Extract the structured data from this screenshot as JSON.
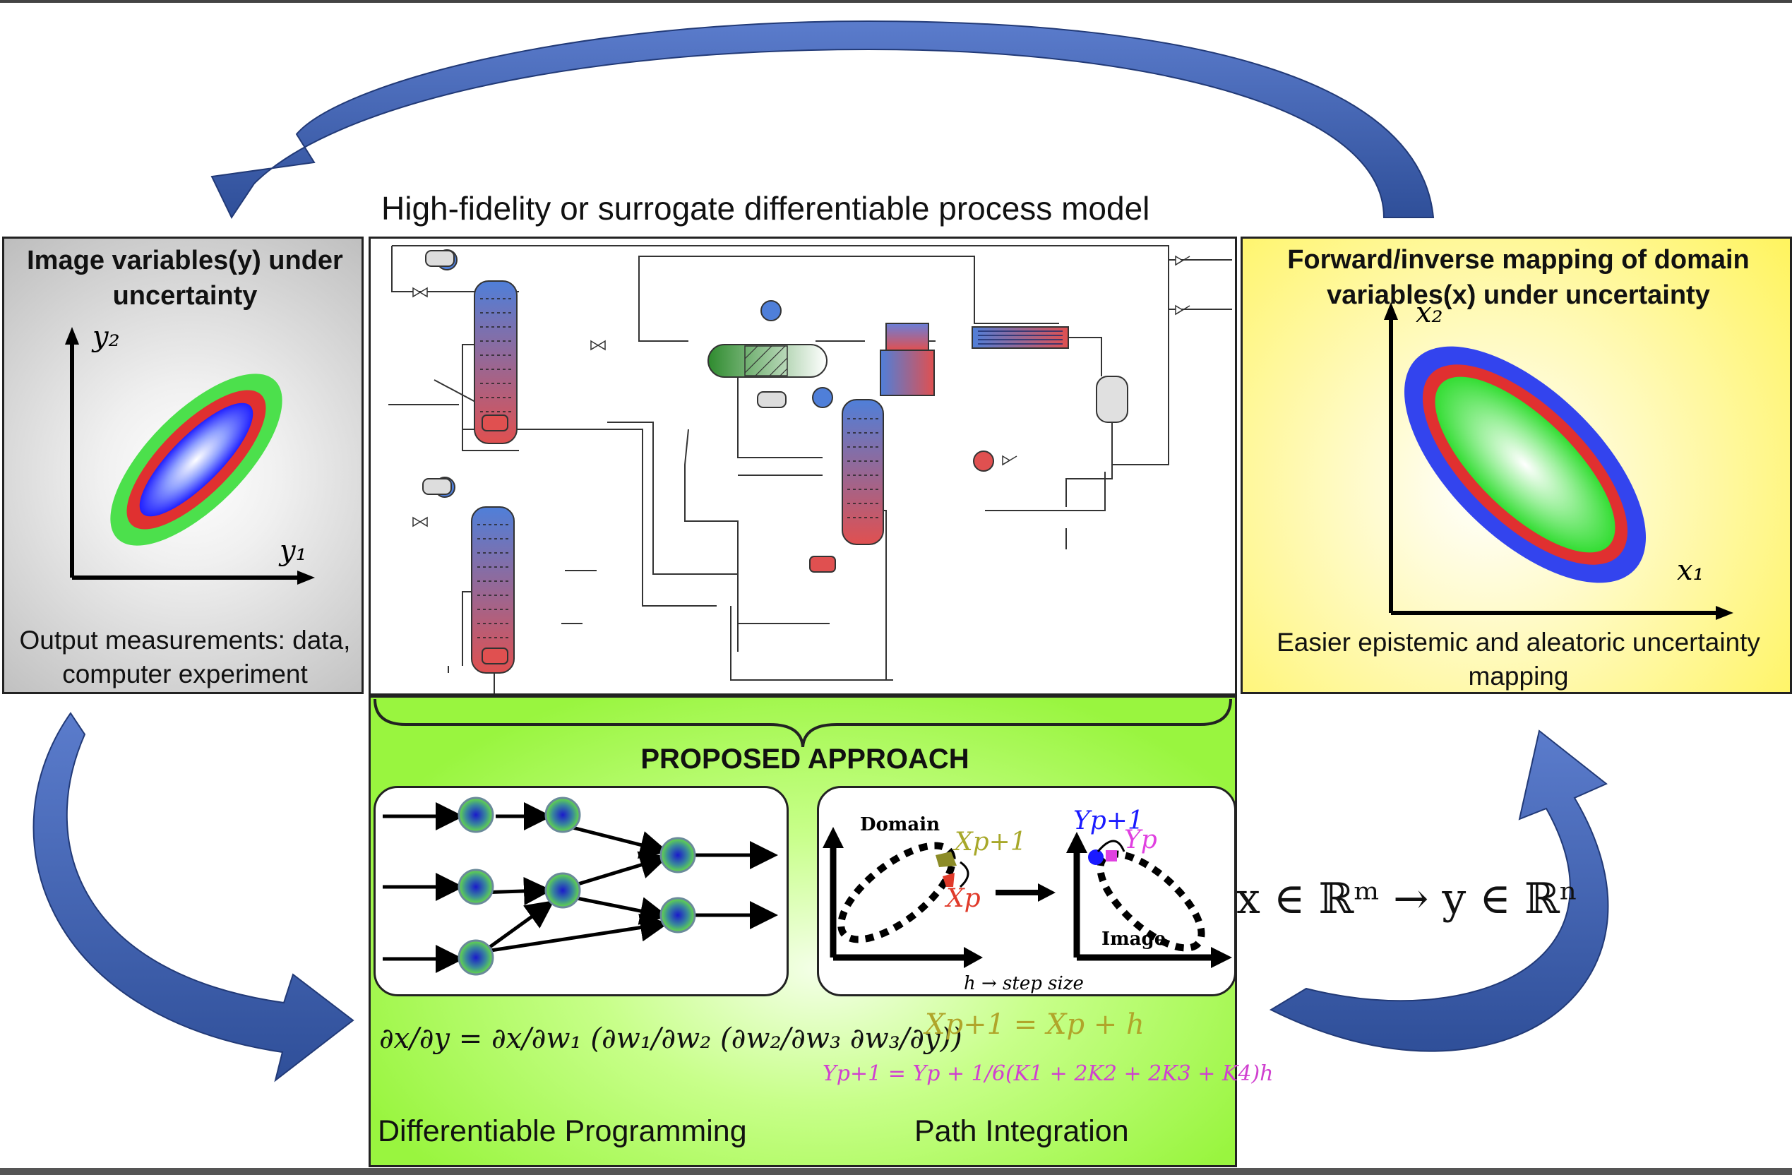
{
  "title": "High-fidelity or surrogate differentiable process model",
  "left_panel": {
    "title_line1": "Image variables(y) under",
    "title_line2": "uncertainty",
    "axis_y": "y₂",
    "axis_x": "y₁",
    "caption_line1": "Output measurements: data,",
    "caption_line2": "computer experiment"
  },
  "right_panel": {
    "title_line1": "Forward/inverse mapping of domain",
    "title_line2": "variables(x) under uncertainty",
    "axis_y": "x₂",
    "axis_x": "x₁",
    "caption_line1": "Easier epistemic and aleatoric uncertainty",
    "caption_line2": "mapping"
  },
  "center_panel": {
    "mapping_formula": "𝔽 : x ∈ ℝᵐ → y ∈ ℝⁿ"
  },
  "approach": {
    "title": "PROPOSED APPROACH",
    "path_diagram": {
      "domain_label": "Domain",
      "image_label": "Image",
      "x_p1": "Xp+1",
      "x_p": "Xp",
      "y_p1": "Yp+1",
      "y_p": "Yp",
      "step_label": "h → step size"
    },
    "chain_rule": "∂x/∂y = ∂x/∂w₁ (∂w₁/∂w₂ (∂w₂/∂w₃ ∂w₃/∂y))",
    "euler_update": "Xp+1 = Xp + h",
    "rk4_update": "Yp+1 = Yp + 1/6(K1 + 2K2 + 2K3 + K4)h",
    "label_left": "Differentiable Programming",
    "label_right": "Path Integration"
  },
  "colors": {
    "arrow_blue": "#3a5ba8",
    "green_panel": "#99f53f",
    "yellow_panel": "#fff45e",
    "grey_panel": "#bdbdbd",
    "column_top": "#4f7fd9",
    "column_bottom": "#e05050",
    "olive": "#a8a82a",
    "red": "#e03a2a",
    "blue": "#1a1aff",
    "magenta": "#e040e0"
  }
}
